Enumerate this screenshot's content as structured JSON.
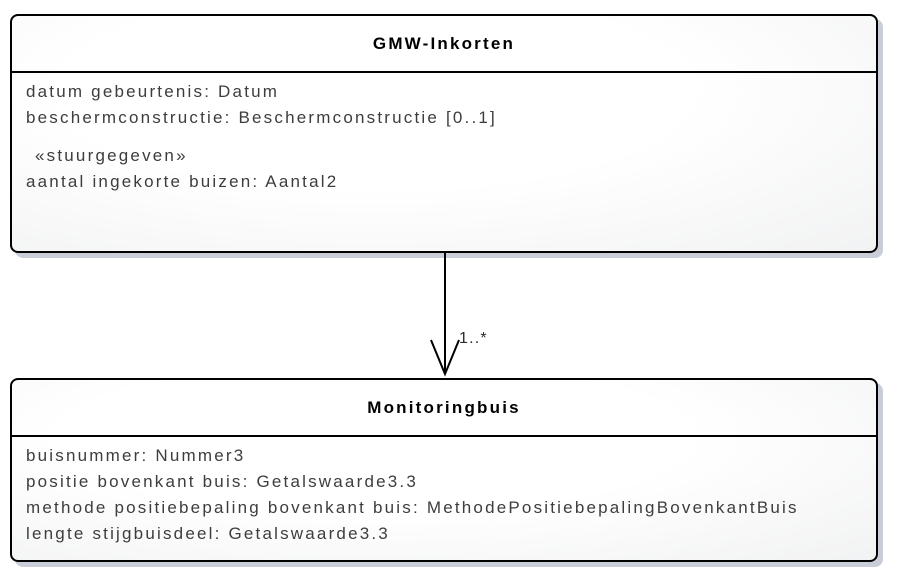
{
  "diagram": {
    "type": "uml-class-diagram",
    "classes": [
      {
        "title": "GMW-Inkorten",
        "attributes": [
          "datum gebeurtenis: Datum",
          "beschermconstructie: Beschermconstructie [0..1]"
        ],
        "stereotype_label": "«stuurgegeven»",
        "stereotyped_attributes": [
          "aantal ingekorte buizen: Aantal2"
        ]
      },
      {
        "title": "Monitoringbuis",
        "attributes": [
          "buisnummer: Nummer3",
          "positie bovenkant buis: Getalswaarde3.3",
          "methode positiebepaling bovenkant buis: MethodePositiebepalingBovenkantBuis",
          "lengte stijgbuisdeel: Getalswaarde3.3"
        ]
      }
    ],
    "connector": {
      "kind": "directed-association",
      "from": "GMW-Inkorten",
      "to": "Monitoringbuis",
      "target_multiplicity": "1..*"
    }
  },
  "colors": {
    "box_border": "#000000",
    "box_fill_light": "#ffffff",
    "box_fill_shade": "#e2e3e7",
    "shadow": "#c9cdd8",
    "title_text": "#000000",
    "attribute_text": "#3d3d3d",
    "connector_line": "#000000"
  }
}
